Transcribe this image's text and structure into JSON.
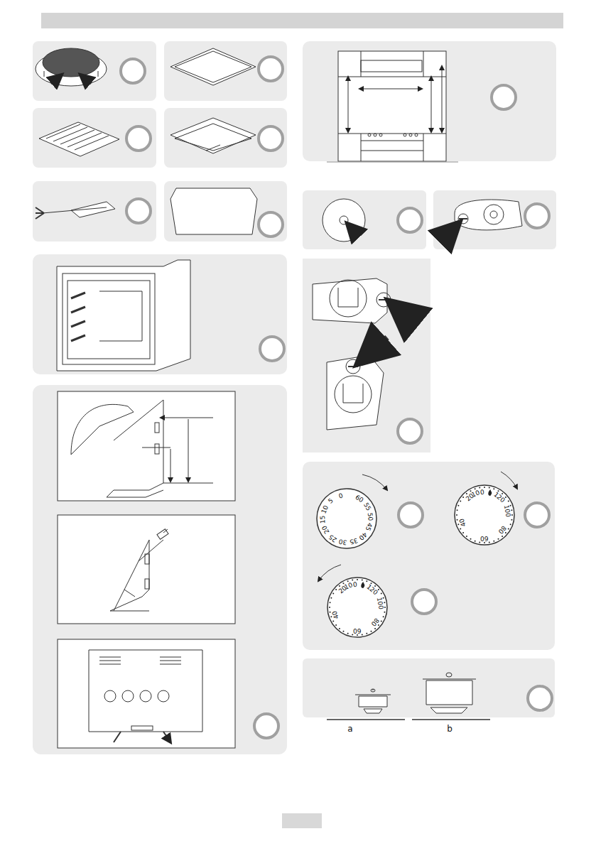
{
  "diagram": {
    "labels": [
      "0",
      "5",
      "10",
      "15",
      "20",
      "25",
      "30",
      "35",
      "40",
      "45",
      "50",
      "55",
      "60",
      "20",
      "10",
      "0",
      "120",
      "100",
      "80",
      "60",
      "40",
      "20",
      "10",
      "0",
      "120",
      "100",
      "80",
      "60",
      "40",
      "a",
      "b"
    ]
  }
}
